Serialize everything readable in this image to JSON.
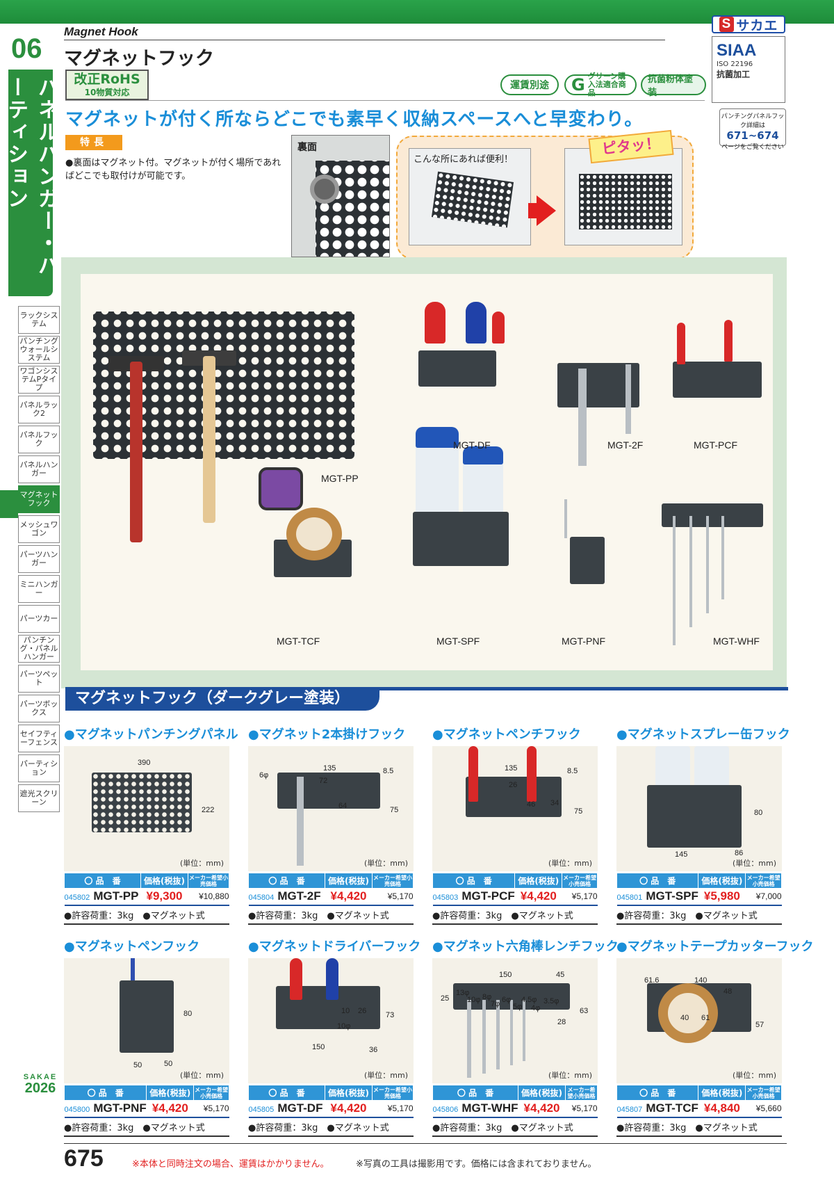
{
  "header": {
    "brand": "サカエ",
    "brand_initial": "S",
    "chapter_number": "06",
    "section_title": "パネルハンガー・パーティション",
    "english_title": "Magnet Hook",
    "japanese_title": "マグネットフック"
  },
  "badges": {
    "rohs_main": "改正RoHS",
    "rohs_sub": "10物質対応",
    "freight": "運賃別途",
    "green": "グリーン購入法適合商品",
    "green_letter": "G",
    "coating": "抗菌粉体塗装",
    "siaa_logo": "SIAA",
    "siaa_iso": "ISO 22196",
    "siaa_label": "抗菌加工",
    "ref_title": "パンチングパネルフック詳細は",
    "ref_pages": "671~674",
    "ref_note": "ページをご覧ください"
  },
  "intro": {
    "headline": "マグネットが付く所ならどこでも素早く収納スペースへと早変わり。",
    "feature_label": "特長",
    "feature_text": "●裏面はマグネット付。マグネットが付く場所であればどこでも取付けが可能です。",
    "back_label": "裏面",
    "scene_label": "こんな所にあれば便利！",
    "pop_label": "ピタッ！"
  },
  "sidebar": {
    "items": [
      "ラックシステム",
      "パンチングウォールシステム",
      "ワゴンシステムPタイプ",
      "パネルラック2",
      "パネルフック",
      "パネルハンガー",
      "マグネットフック",
      "メッシュワゴン",
      "パーツハンガー",
      "ミニハンガー",
      "パーツカー",
      "パンチング・パネルハンガー",
      "パーツペット",
      "パーツボックス",
      "セイフティーフェンス",
      "パーティション",
      "遮光スクリーン"
    ],
    "active_index": 6,
    "year_brand": "SAKAE",
    "year": "2026"
  },
  "gallery": {
    "captions": [
      "MGT-PP",
      "MGT-DF",
      "MGT-2F",
      "MGT-PCF",
      "MGT-TCF",
      "MGT-SPF",
      "MGT-PNF",
      "MGT-WHF"
    ]
  },
  "section": {
    "title": "マグネットフック（ダークグレー塗装）"
  },
  "table_headers": {
    "item": "〇 品　番",
    "price": "価格(税抜)",
    "msrp": "メーカー希望小売価格"
  },
  "unit_label": "(単位：mm)",
  "products": [
    {
      "name": "●マグネットパンチングパネル",
      "code": "045802",
      "model": "MGT-PP",
      "price": "¥9,300",
      "msrp": "¥10,880",
      "spec": "●許容荷重：3kg　●マグネット式",
      "dims": [
        "390",
        "222"
      ]
    },
    {
      "name": "●マグネット2本掛けフック",
      "code": "045804",
      "model": "MGT-2F",
      "price": "¥4,420",
      "msrp": "¥5,170",
      "spec": "●許容荷重：3kg　●マグネット式",
      "dims": [
        "135",
        "8.5",
        "6φ",
        "72",
        "64",
        "75"
      ]
    },
    {
      "name": "●マグネットペンチフック",
      "code": "045803",
      "model": "MGT-PCF",
      "price": "¥4,420",
      "msrp": "¥5,170",
      "spec": "●許容荷重：3kg　●マグネット式",
      "dims": [
        "135",
        "8.5",
        "26",
        "46",
        "34",
        "75"
      ]
    },
    {
      "name": "●マグネットスプレー缶フック",
      "code": "045801",
      "model": "MGT-SPF",
      "price": "¥5,980",
      "msrp": "¥7,000",
      "spec": "●許容荷重：3kg　●マグネット式",
      "dims": [
        "80",
        "145",
        "86"
      ]
    },
    {
      "name": "●マグネットペンフック",
      "code": "045800",
      "model": "MGT-PNF",
      "price": "¥4,420",
      "msrp": "¥5,170",
      "spec": "●許容荷重：3kg　●マグネット式",
      "dims": [
        "80",
        "50",
        "50"
      ]
    },
    {
      "name": "●マグネットドライバーフック",
      "code": "045805",
      "model": "MGT-DF",
      "price": "¥4,420",
      "msrp": "¥5,170",
      "spec": "●許容荷重：3kg　●マグネット式",
      "dims": [
        "73",
        "10",
        "26",
        "10φ",
        "150",
        "36"
      ]
    },
    {
      "name": "●マグネット六角棒レンチフック",
      "code": "045806",
      "model": "MGT-WHF",
      "price": "¥4,420",
      "msrp": "¥5,170",
      "spec": "●許容荷重：3kg　●マグネット式",
      "dims": [
        "150",
        "45",
        "25",
        "13φ",
        "10φ",
        "8φ",
        "7φ",
        "6φ",
        "5φ",
        "4.5φ",
        "4φ",
        "3.5φ",
        "63",
        "28"
      ]
    },
    {
      "name": "●マグネットテープカッターフック",
      "code": "045807",
      "model": "MGT-TCF",
      "price": "¥4,840",
      "msrp": "¥5,660",
      "spec": "●許容荷重：3kg　●マグネット式",
      "dims": [
        "61.6",
        "140",
        "48",
        "40",
        "61",
        "57"
      ]
    }
  ],
  "footer": {
    "page_number": "675",
    "note1": "※本体と同時注文の場合、運賃はかかりません。",
    "note2": "※写真の工具は撮影用です。価格には含まれておりません。"
  },
  "colors": {
    "green": "#2b8f3e",
    "blue": "#1d4f9c",
    "light_blue": "#1a8ed8",
    "red": "#e21f1f",
    "orange": "#f39a1c"
  }
}
